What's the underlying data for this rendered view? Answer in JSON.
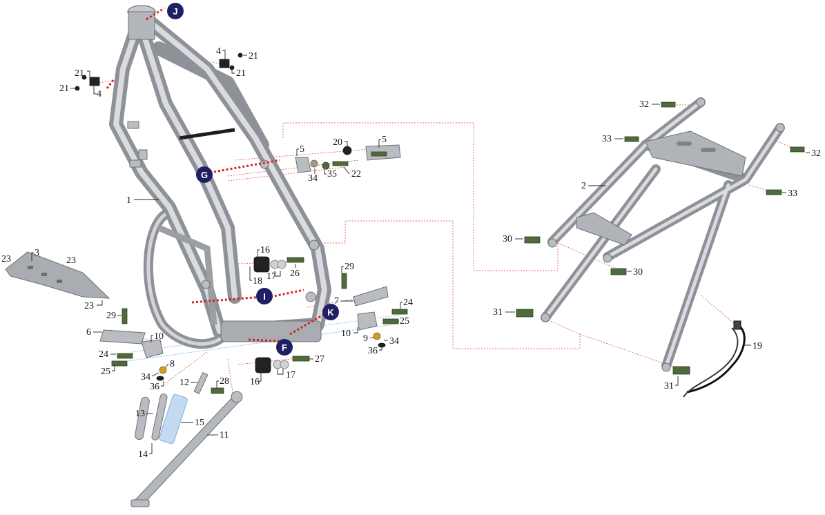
{
  "markers": [
    {
      "id": "marker-j",
      "label": "J"
    },
    {
      "id": "marker-g",
      "label": "G"
    },
    {
      "id": "marker-i",
      "label": "I"
    },
    {
      "id": "marker-k",
      "label": "K"
    },
    {
      "id": "marker-f",
      "label": "F"
    }
  ],
  "callouts": {
    "c21a": "21",
    "c21b": "21",
    "c4a": "4",
    "c4b": "4",
    "c21c": "21",
    "c21d": "21",
    "c1": "1",
    "c5a": "5",
    "c5b": "5",
    "c20": "20",
    "c34a": "34",
    "c35": "35",
    "c22": "22",
    "c3": "3",
    "c23a": "23",
    "c23b": "23",
    "c23c": "23",
    "c16a": "16",
    "c18": "18",
    "c17a": "17",
    "c26": "26",
    "c29a": "29",
    "c29b": "29",
    "c6": "6",
    "c10a": "10",
    "c24a": "24",
    "c25a": "25",
    "c8": "8",
    "c34b": "34",
    "c36a": "36",
    "c7": "7",
    "c24b": "24",
    "c25b": "25",
    "c10b": "10",
    "c9": "9",
    "c34c": "34",
    "c36b": "36",
    "c16b": "16",
    "c17b": "17",
    "c27": "27",
    "c12": "12",
    "c28": "28",
    "c13": "13",
    "c15": "15",
    "c14": "14",
    "c11": "11",
    "c32a": "32",
    "c32b": "32",
    "c33a": "33",
    "c33b": "33",
    "c2": "2",
    "c30a": "30",
    "c30b": "30",
    "c31a": "31",
    "c31b": "31",
    "c19": "19"
  },
  "colors": {
    "marker_fill": "#1f1f66",
    "red_guides": "#e03030",
    "blue_guides": "#5aa7e0",
    "bolt_green": "#4f6b3c",
    "frame_grey": "#a7aaaf"
  }
}
